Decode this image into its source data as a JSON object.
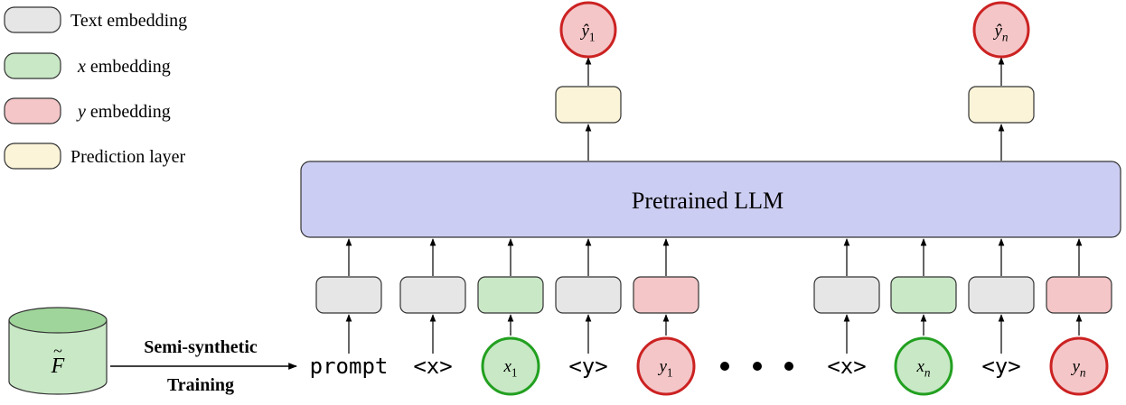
{
  "legend": [
    {
      "id": "text",
      "label": "Text embedding",
      "fill": "#e6e6e6",
      "stroke": "#333333"
    },
    {
      "id": "x",
      "math": "x",
      "label": "embedding",
      "fill": "#c9e8c6",
      "stroke": "#333333"
    },
    {
      "id": "y",
      "math": "y",
      "label": "embedding",
      "fill": "#f4c6c8",
      "stroke": "#333333"
    },
    {
      "id": "pred",
      "label": "Prediction layer",
      "fill": "#fbf4d8",
      "stroke": "#333333"
    }
  ],
  "llm": {
    "label": "Pretrained LLM",
    "fill": "#cccdf2",
    "stroke": "#333333"
  },
  "dataset": {
    "symbol": "F",
    "fill": "#c9e8c6",
    "top_fill": "#9fd49a",
    "stroke": "#333333"
  },
  "training": {
    "line1": "Semi-synthetic",
    "line2": "Training"
  },
  "dots": "• • •",
  "inputs": [
    {
      "kind": "text",
      "mono": "prompt",
      "emb": "text"
    },
    {
      "kind": "text",
      "mono": "<x>",
      "emb": "text"
    },
    {
      "kind": "circle",
      "var": "x",
      "sub": "1",
      "emb": "x",
      "ring": "#22a020",
      "circle_fill": "#c9e8c6"
    },
    {
      "kind": "text",
      "mono": "<y>",
      "emb": "text"
    },
    {
      "kind": "circle",
      "var": "y",
      "sub": "1",
      "emb": "y",
      "ring": "#cc2222",
      "circle_fill": "#f4c6c8"
    },
    {
      "kind": "text",
      "mono": "<x>",
      "emb": "text"
    },
    {
      "kind": "circle",
      "var": "x",
      "sub": "n",
      "emb": "x",
      "ring": "#22a020",
      "circle_fill": "#c9e8c6"
    },
    {
      "kind": "text",
      "mono": "<y>",
      "emb": "text"
    },
    {
      "kind": "circle",
      "var": "y",
      "sub": "n",
      "emb": "y",
      "ring": "#cc2222",
      "circle_fill": "#f4c6c8"
    }
  ],
  "outputs": [
    {
      "var": "ŷ",
      "sub": "1",
      "ring": "#cc2222",
      "fill": "#f4c6c8",
      "pred_fill": "#fbf4d8"
    },
    {
      "var": "ŷ",
      "sub": "n",
      "ring": "#cc2222",
      "fill": "#f4c6c8",
      "pred_fill": "#fbf4d8"
    }
  ]
}
